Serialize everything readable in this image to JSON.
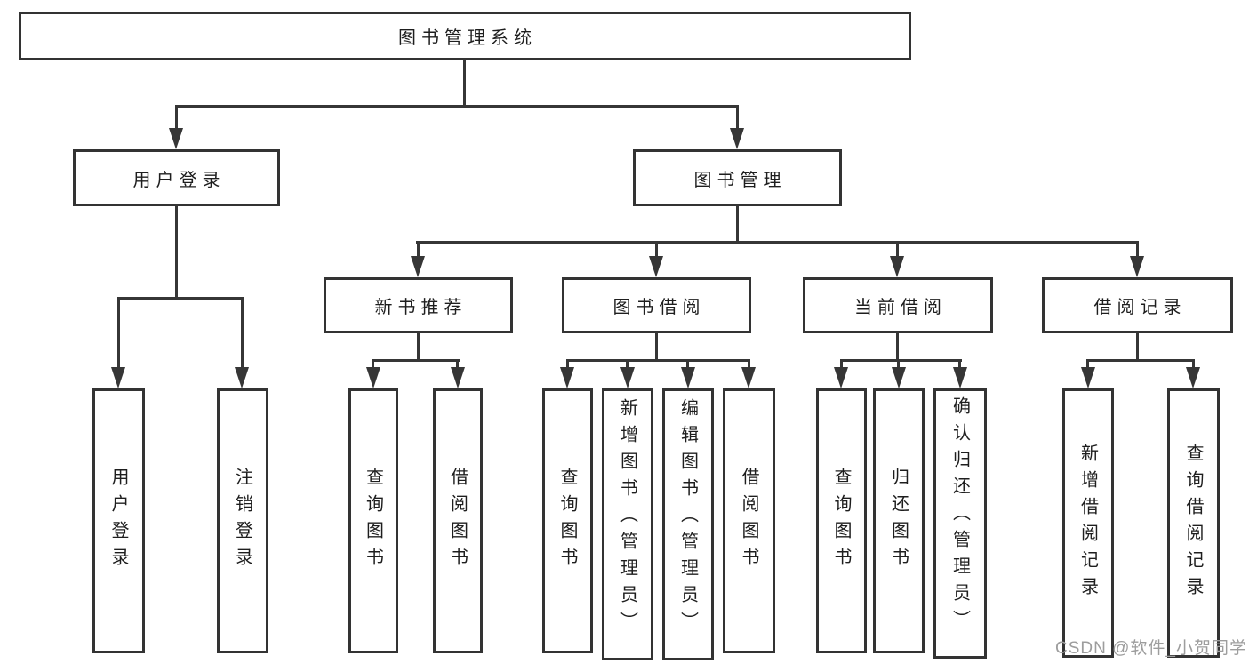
{
  "diagram": {
    "tree": {
      "label": "图书管理系统",
      "children": [
        {
          "label": "用户登录",
          "children": [
            {
              "label": "用户登录"
            },
            {
              "label": "注销登录"
            }
          ]
        },
        {
          "label": "图书管理",
          "children": [
            {
              "label": "新书推荐",
              "children": [
                {
                  "label": "查询图书"
                },
                {
                  "label": "借阅图书"
                }
              ]
            },
            {
              "label": "图书借阅",
              "children": [
                {
                  "label": "查询图书"
                },
                {
                  "label": "新增图书（管理员）"
                },
                {
                  "label": "编辑图书（管理员）"
                },
                {
                  "label": "借阅图书"
                }
              ]
            },
            {
              "label": "当前借阅",
              "children": [
                {
                  "label": "查询图书"
                },
                {
                  "label": "归还图书"
                },
                {
                  "label": "确认归还（管理员）"
                }
              ]
            },
            {
              "label": "借阅记录",
              "children": [
                {
                  "label": "新增借阅记录"
                },
                {
                  "label": "查询借阅记录"
                }
              ]
            }
          ]
        }
      ]
    },
    "colors": {
      "line": "#363636",
      "text": "#1e1e1e",
      "background": "#ffffff",
      "watermark": "#9d9d9d"
    }
  },
  "watermark": {
    "text": "CSDN @软件_小贺同学"
  }
}
